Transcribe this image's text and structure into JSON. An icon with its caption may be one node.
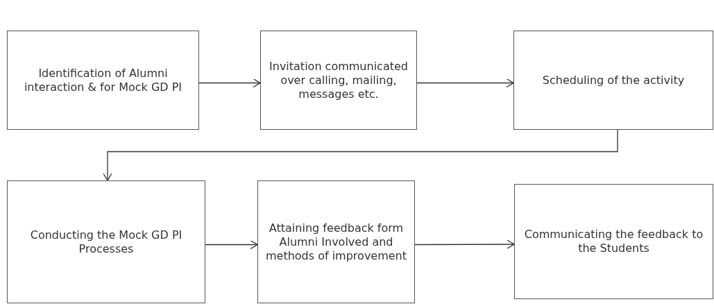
{
  "diagram": {
    "nodes": [
      {
        "text": [
          "Identification of Alumni interaction & for Mock GD PI"
        ]
      },
      {
        "text": [
          "Invitation communicated over calling, mailing, messages etc."
        ]
      },
      {
        "text": [
          "Scheduling of the activity"
        ]
      },
      {
        "text": [
          "Conducting the Mock GD PI Processes"
        ]
      },
      {
        "text": [
          "Attaining feedback form Alumni Involved and methods of improvement"
        ]
      },
      {
        "text": [
          "Communicating the feedback to the Students"
        ]
      }
    ],
    "edges": [
      {
        "from": 0,
        "to": 1,
        "arrow": "to"
      },
      {
        "from": 1,
        "to": 2,
        "arrow": "to"
      },
      {
        "from": 2,
        "to": 3,
        "arrow": "to"
      },
      {
        "from": 3,
        "to": 4,
        "arrow": "to"
      },
      {
        "from": 4,
        "to": 5,
        "arrow": "to"
      }
    ]
  }
}
